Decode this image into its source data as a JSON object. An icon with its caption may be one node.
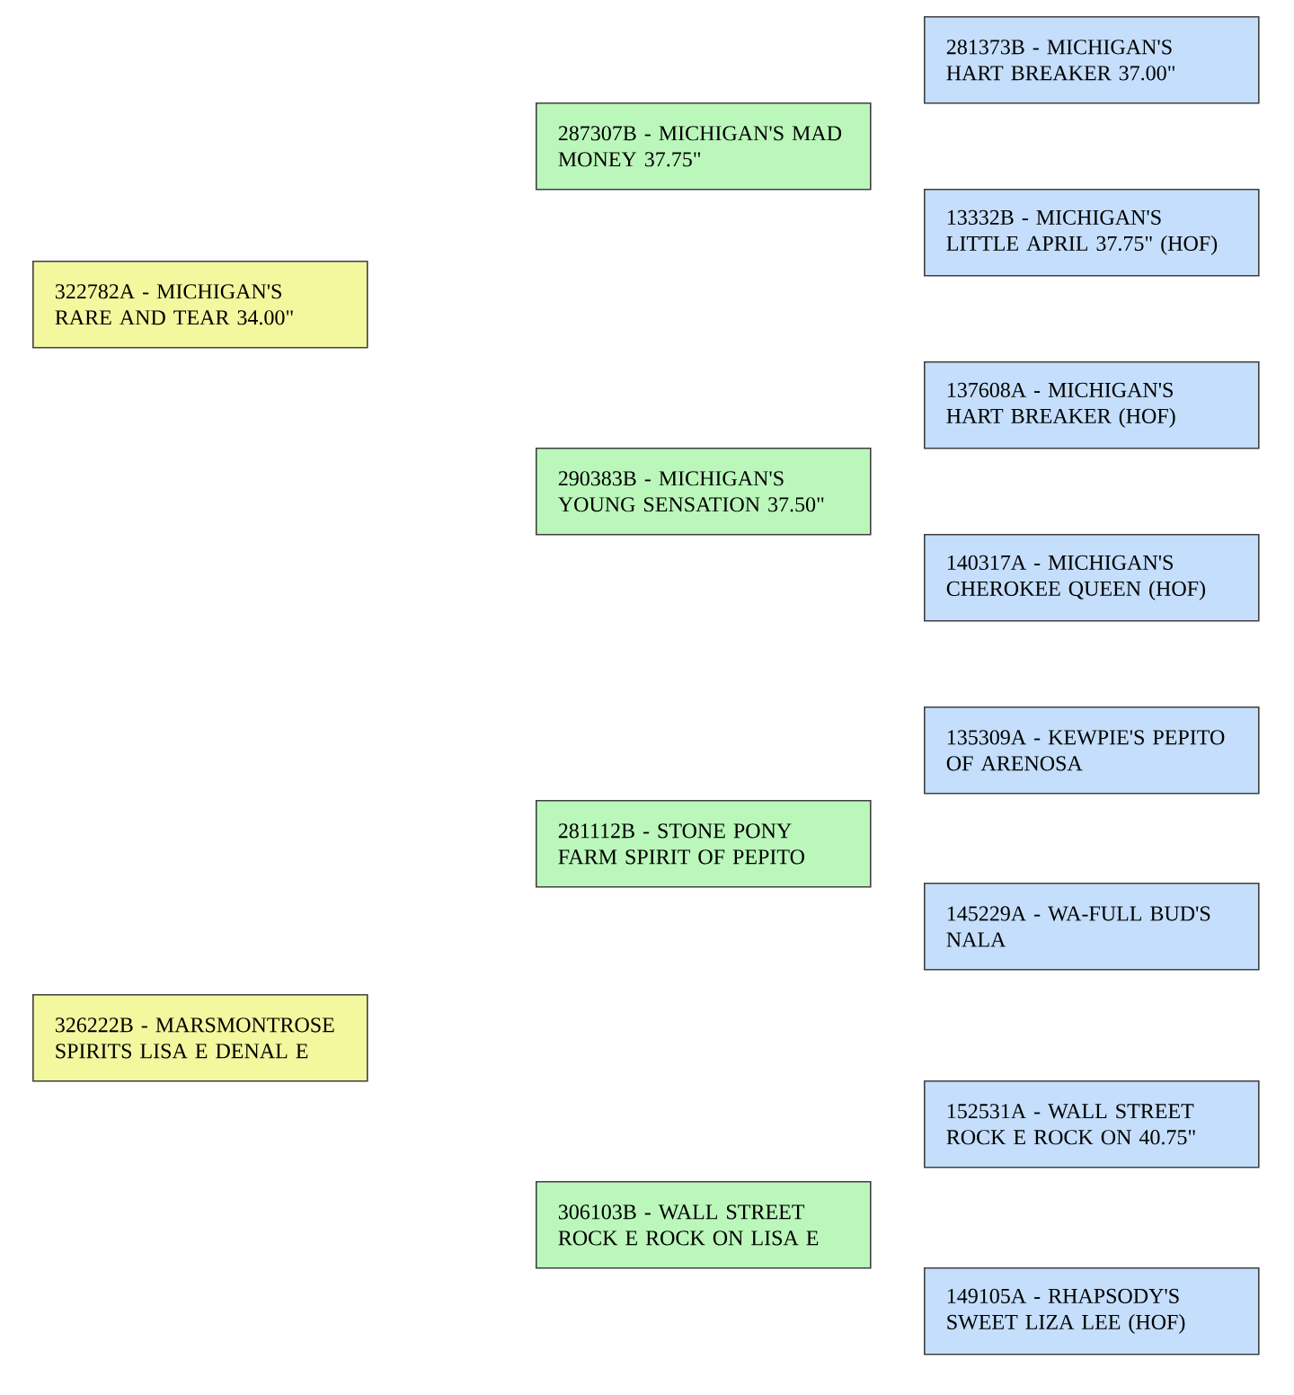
{
  "diagram": {
    "nodes": [
      {
        "text": [
          "322782A - MICHIGAN'S RARE AND TEAR 34.00\""
        ]
      },
      {
        "text": [
          "326222B - MARSMONTROSE SPIRITS LISA E DENAL E"
        ]
      },
      {
        "text": [
          "287307B - MICHIGAN'S MAD MONEY 37.75\""
        ]
      },
      {
        "text": [
          "290383B - MICHIGAN'S YOUNG SENSATION 37.50\""
        ]
      },
      {
        "text": [
          "281112B - STONE PONY FARM SPIRIT OF PEPITO"
        ]
      },
      {
        "text": [
          "306103B - WALL STREET ROCK E ROCK ON LISA E"
        ]
      },
      {
        "text": [
          "281373B - MICHIGAN'S HART BREAKER 37.00\""
        ]
      },
      {
        "text": [
          "13332B - MICHIGAN'S LITTLE APRIL 37.75\" (HOF)"
        ]
      },
      {
        "text": [
          "137608A - MICHIGAN'S HART BREAKER (HOF)"
        ]
      },
      {
        "text": [
          "140317A - MICHIGAN'S CHEROKEE QUEEN (HOF)"
        ]
      },
      {
        "text": [
          "135309A - KEWPIE'S PEPITO OF ARENOSA"
        ]
      },
      {
        "text": [
          "145229A - WA-FULL BUD'S NALA"
        ]
      },
      {
        "text": [
          "152531A - WALL STREET ROCK E ROCK ON 40.75\""
        ]
      },
      {
        "text": [
          "149105A - RHAPSODY'S SWEET LIZA LEE (HOF)"
        ]
      }
    ]
  }
}
